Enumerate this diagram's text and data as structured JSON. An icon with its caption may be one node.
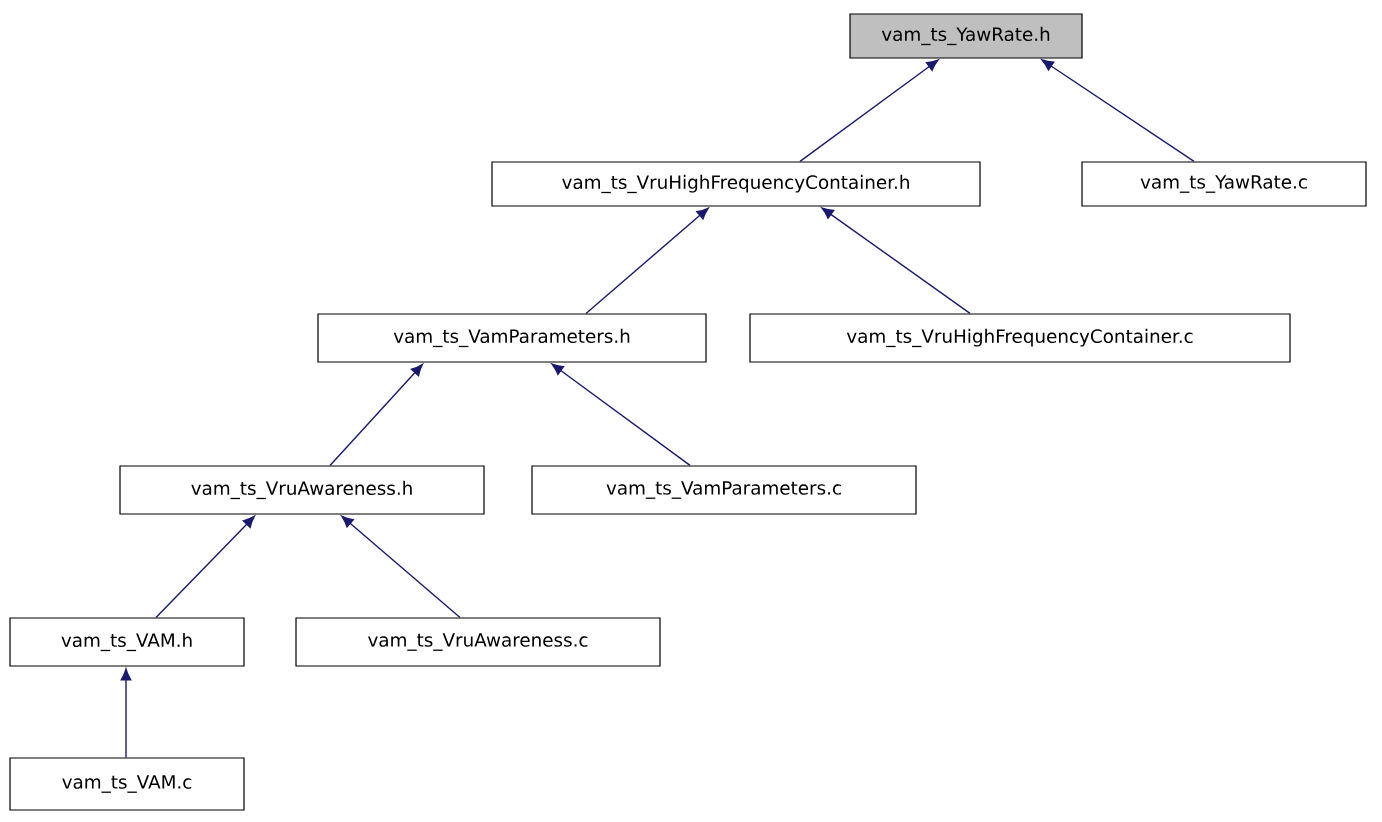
{
  "diagram": {
    "nodes": [
      {
        "text": [
          "vam_ts_YawRate.h"
        ]
      },
      {
        "text": [
          "vam_ts_VruHighFrequencyContainer.h"
        ]
      },
      {
        "text": [
          "vam_ts_YawRate.c"
        ]
      },
      {
        "text": [
          "vam_ts_VamParameters.h"
        ]
      },
      {
        "text": [
          "vam_ts_VruHighFrequencyContainer.c"
        ]
      },
      {
        "text": [
          "vam_ts_VruAwareness.h"
        ]
      },
      {
        "text": [
          "vam_ts_VamParameters.c"
        ]
      },
      {
        "text": [
          "vam_ts_VAM.h"
        ]
      },
      {
        "text": [
          "vam_ts_VruAwareness.c"
        ]
      },
      {
        "text": [
          "vam_ts_VAM.c"
        ]
      }
    ],
    "edges": [
      {
        "from": 1,
        "to": 0,
        "arrow": "to"
      },
      {
        "from": 2,
        "to": 0,
        "arrow": "to"
      },
      {
        "from": 3,
        "to": 1,
        "arrow": "to"
      },
      {
        "from": 4,
        "to": 1,
        "arrow": "to"
      },
      {
        "from": 5,
        "to": 3,
        "arrow": "to"
      },
      {
        "from": 6,
        "to": 3,
        "arrow": "to"
      },
      {
        "from": 7,
        "to": 5,
        "arrow": "to"
      },
      {
        "from": 8,
        "to": 5,
        "arrow": "to"
      },
      {
        "from": 9,
        "to": 7,
        "arrow": "to"
      }
    ]
  }
}
